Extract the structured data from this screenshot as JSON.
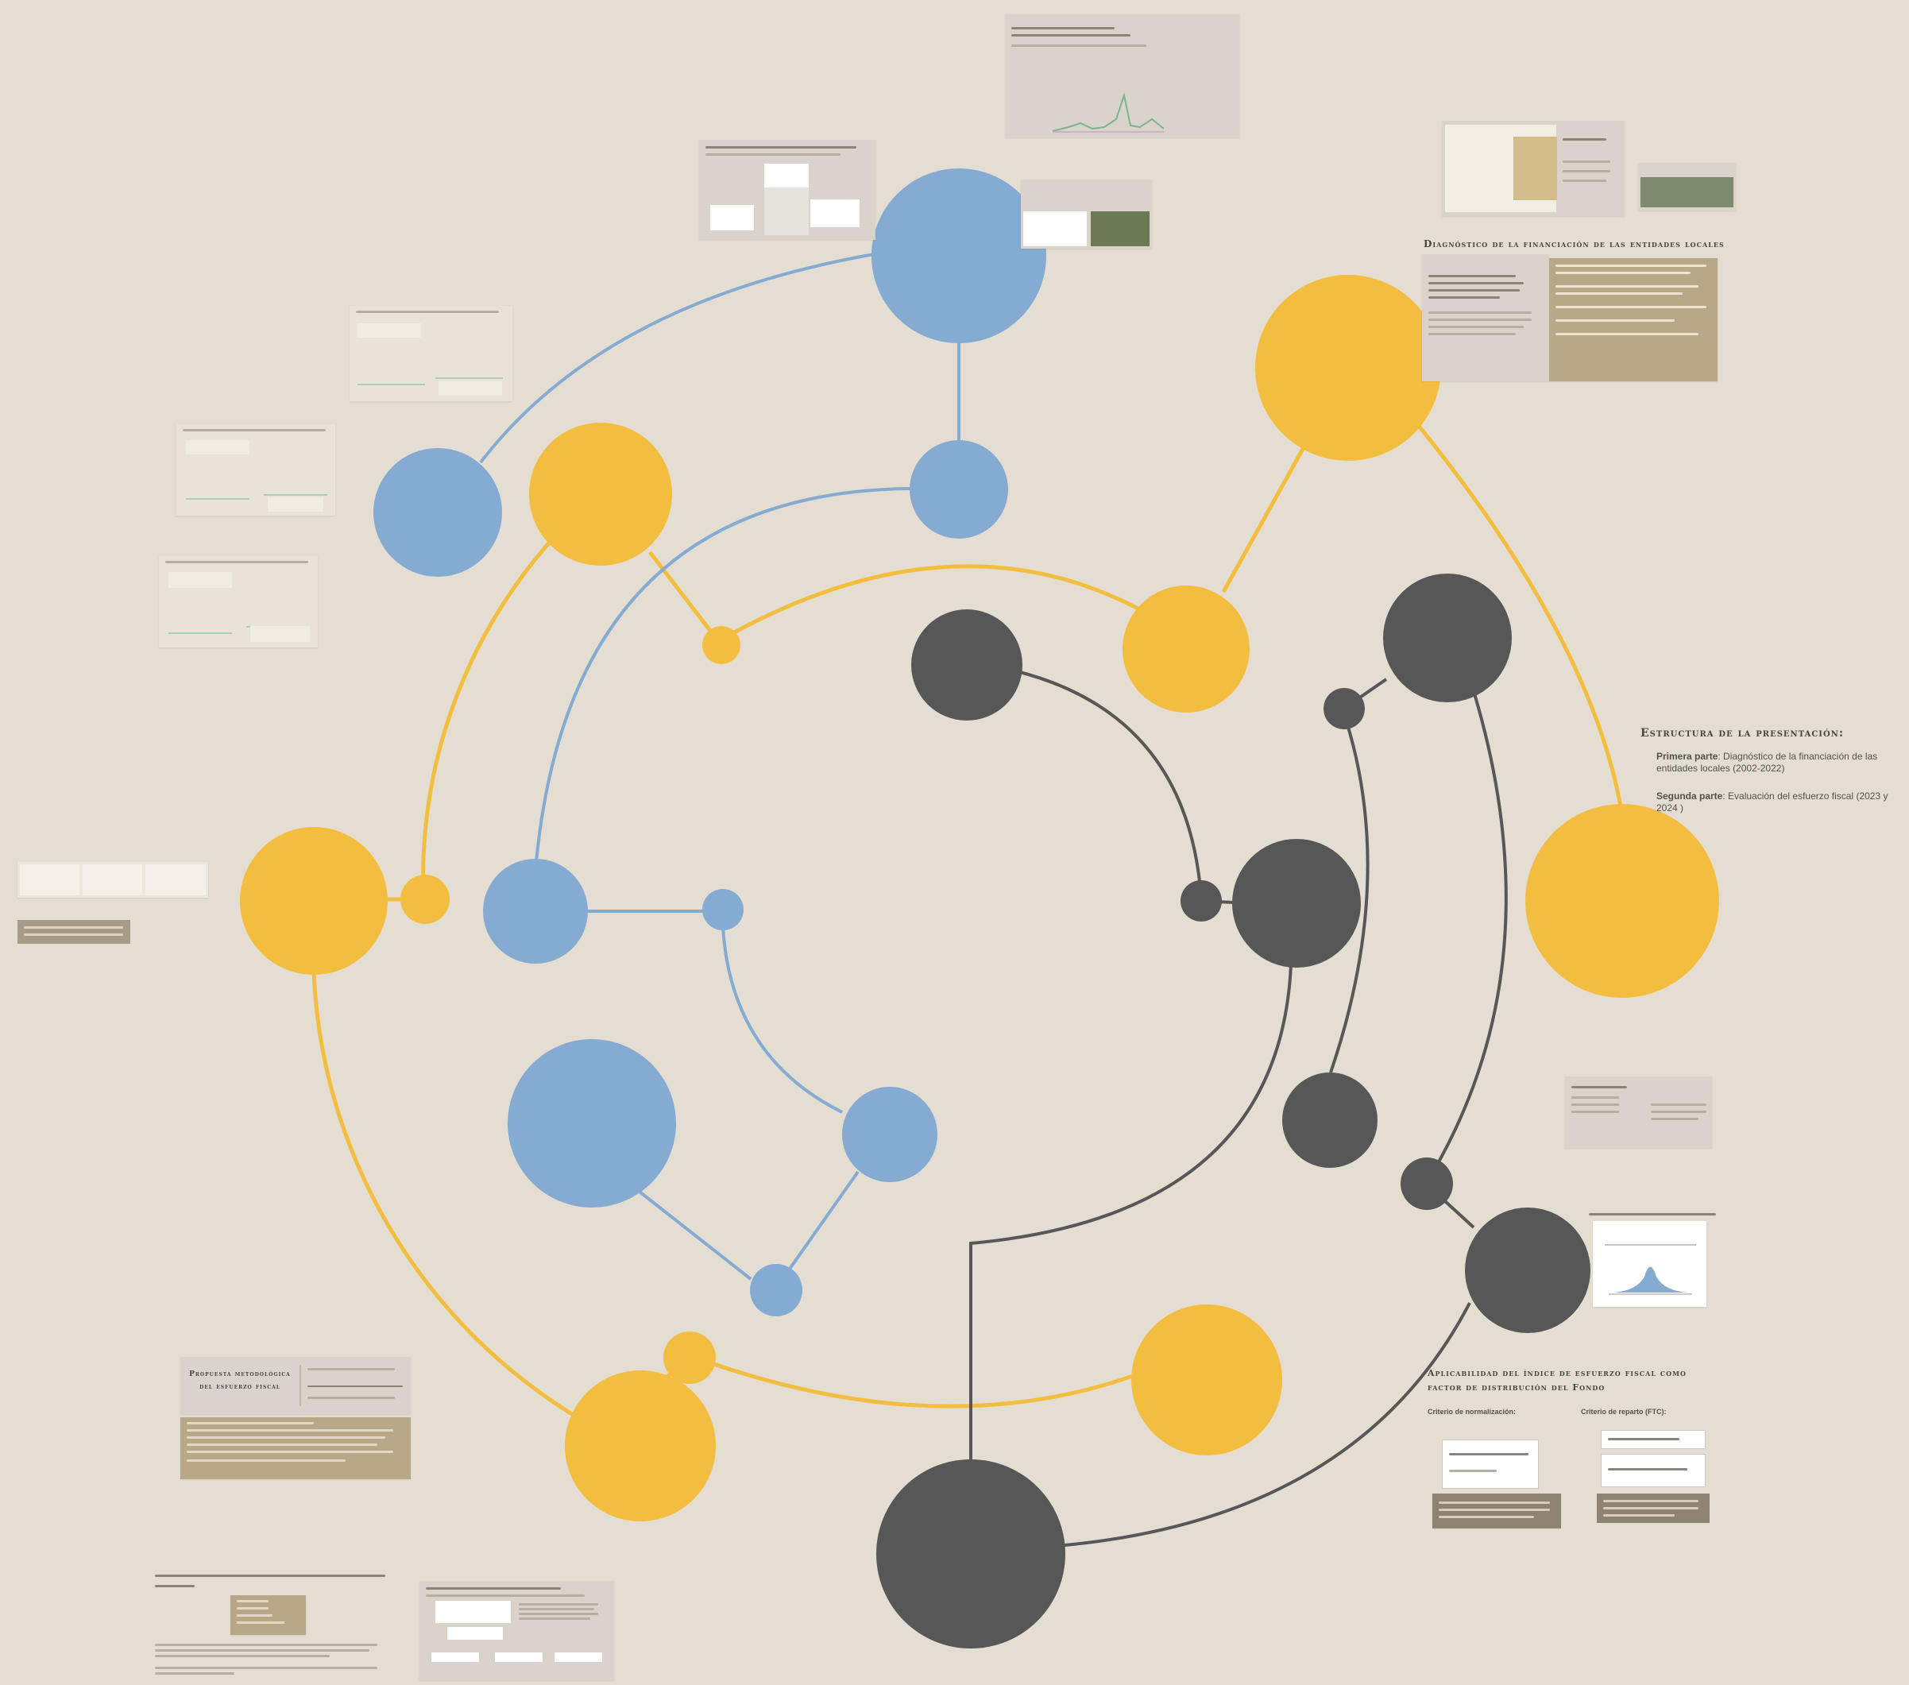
{
  "structure": {
    "title": "Estructura de la presentación:",
    "items": [
      {
        "part": "Primera parte",
        "text": ": Diagnóstico de la financiación de las entidades locales (2002-2022)"
      },
      {
        "part": "Segunda parte",
        "text": ": Evaluación del esfuerzo fiscal (2023 y 2024 )"
      }
    ]
  },
  "diagnostico": {
    "title": "Diagnóstico de la financiación de las entidades locales"
  },
  "aplicabilidad": {
    "title": "Aplicabilidad del índice de esfuerzo fiscal como factor de distribución del Fondo",
    "left_label": "Criterio de normalización:",
    "right_label": "Criterio de reparto (FTC):"
  },
  "propuesta": {
    "title": "Propuesta metodológica del esfuerzo fiscal"
  },
  "colors": {
    "background": "#e4ddd1",
    "yellow": "#f3be40",
    "blue": "#85abd2",
    "dark": "#575757",
    "yellow_line": "#f3be40",
    "blue_line": "#85abd2",
    "dark_line": "#575757"
  }
}
